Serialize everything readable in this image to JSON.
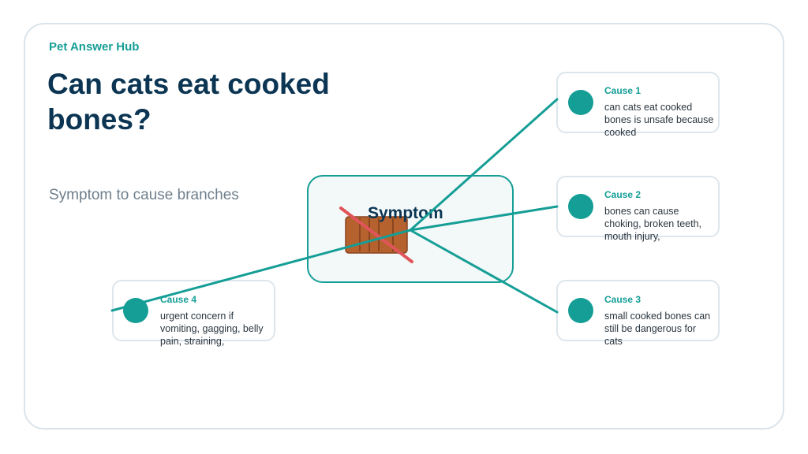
{
  "brand": "Pet Answer Hub",
  "title": "Can cats eat cooked bones?",
  "subtitle": "Symptom to cause branches",
  "center": {
    "label": "Symptom",
    "icon": "crossed-out-bone-icon"
  },
  "causes": [
    {
      "title": "Cause 1",
      "text": "can cats eat cooked bones is unsafe because cooked"
    },
    {
      "title": "Cause 2",
      "text": "bones can cause choking, broken teeth, mouth injury,"
    },
    {
      "title": "Cause 3",
      "text": "small cooked bones can still be dangerous for cats"
    },
    {
      "title": "Cause 4",
      "text": "urgent concern if vomiting, gagging, belly pain, straining,"
    }
  ],
  "colors": {
    "accent": "#159e96",
    "title": "#0b3553",
    "subtitle": "#6f7f8c",
    "bone": "#b5622f",
    "cross": "#e0555a"
  }
}
